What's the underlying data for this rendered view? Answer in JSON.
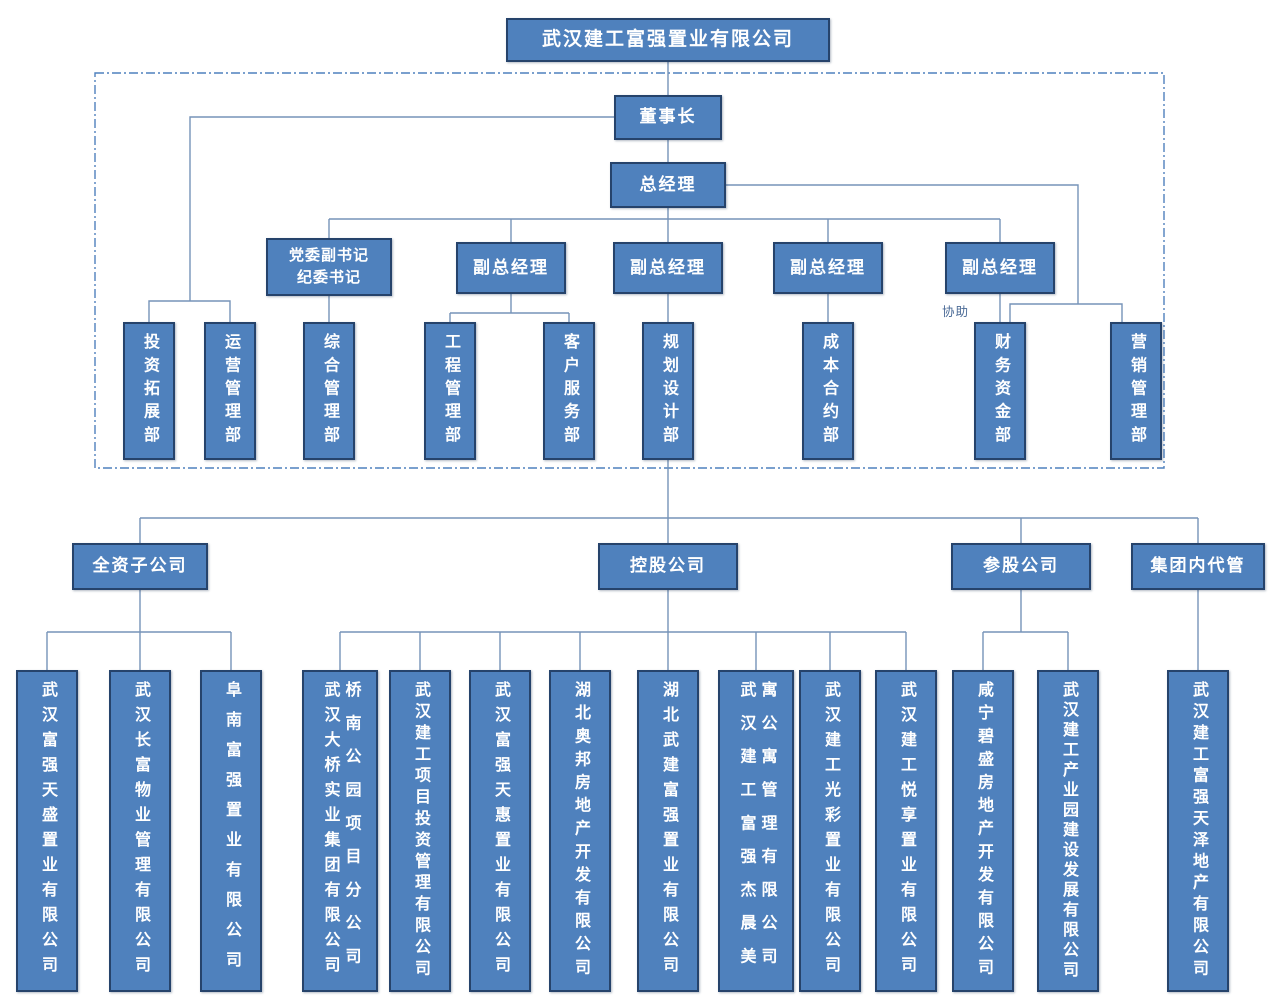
{
  "diagram": {
    "root": {
      "label": "武汉建工富强置业有限公司"
    },
    "executives": {
      "chairman": "董事长",
      "general_manager": "总经理",
      "party_secretary": "党委副书记\n纪委书记",
      "deputy_gm_1": "副总经理",
      "deputy_gm_2": "副总经理",
      "deputy_gm_3": "副总经理",
      "deputy_gm_4": "副总经理"
    },
    "assist_label": "协助",
    "departments": [
      "投资拓展部",
      "运营管理部",
      "综合管理部",
      "工程管理部",
      "客户服务部",
      "规划设计部",
      "成本合约部",
      "财务资金部",
      "营销管理部"
    ],
    "categories": [
      {
        "label": "全资子公司",
        "companies": [
          {
            "name": "武汉富强天盛置业有限公司"
          },
          {
            "name": "武汉长富物业管理有限公司"
          },
          {
            "name": "阜南富强置业有限公司"
          }
        ]
      },
      {
        "label": "控股公司",
        "companies": [
          {
            "name": "武汉大桥实业集团有限公司桥南公园项目分公司",
            "part1": "武汉大桥实业集团有限公司",
            "part2": "桥南公园项目分公司"
          },
          {
            "name": "武汉建工项目投资管理有限公司"
          },
          {
            "name": "武汉富强天惠置业有限公司"
          },
          {
            "name": "湖北奥邦房地产开发有限公司"
          },
          {
            "name": "湖北武建富强置业有限公司"
          },
          {
            "name": "武汉建工富强杰晨美寓公寓管理有限公司",
            "part1": "武汉建工富强杰晨美",
            "part2": "寓公寓管理有限公司"
          },
          {
            "name": "武汉建工光彩置业有限公司"
          },
          {
            "name": "武汉建工悦享置业有限公司"
          }
        ]
      },
      {
        "label": "参股公司",
        "companies": [
          {
            "name": "咸宁碧盛房地产开发有限公司"
          },
          {
            "name": "武汉建工产业园建设发展有限公司"
          }
        ]
      },
      {
        "label": "集团内代管",
        "companies": [
          {
            "name": "武汉建工富强天泽地产有限公司"
          }
        ]
      }
    ]
  },
  "colors": {
    "node_fill": "#4f81bd",
    "node_border": "#26436b",
    "connector": "#7693b8",
    "dashed_boundary": "#4f81bd",
    "assist_text": "#4a6a96",
    "node_text": "#ffffff",
    "background": "#ffffff"
  }
}
